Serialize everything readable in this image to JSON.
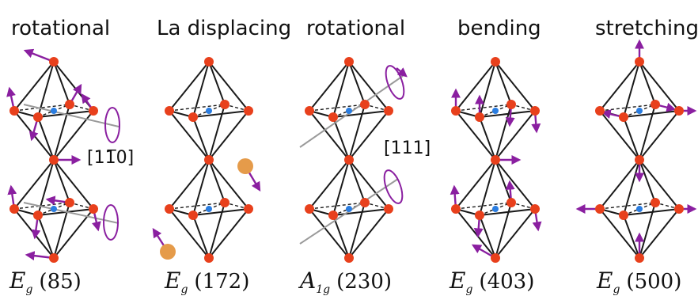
{
  "panels": [
    {
      "title": "rotational",
      "symbol": "E",
      "sub": "g",
      "freq": "(85)",
      "direction": "[11̅0]"
    },
    {
      "title": "La displacing",
      "symbol": "E",
      "sub": "g",
      "freq": "(172)",
      "direction": ""
    },
    {
      "title": "rotational",
      "symbol": "A",
      "sub": "1g",
      "freq": "(230)",
      "direction": "[111]"
    },
    {
      "title": "bending",
      "symbol": "E",
      "sub": "g",
      "freq": "(403)",
      "direction": ""
    },
    {
      "title": "stretching",
      "symbol": "E",
      "sub": "g",
      "freq": "(500)",
      "direction": ""
    }
  ],
  "colors": {
    "oxygen": "#e8401c",
    "b_site": "#2a7de1",
    "la": "#e59b4a",
    "arrow": "#8a1fa0",
    "axis": "#9a9a9a"
  }
}
